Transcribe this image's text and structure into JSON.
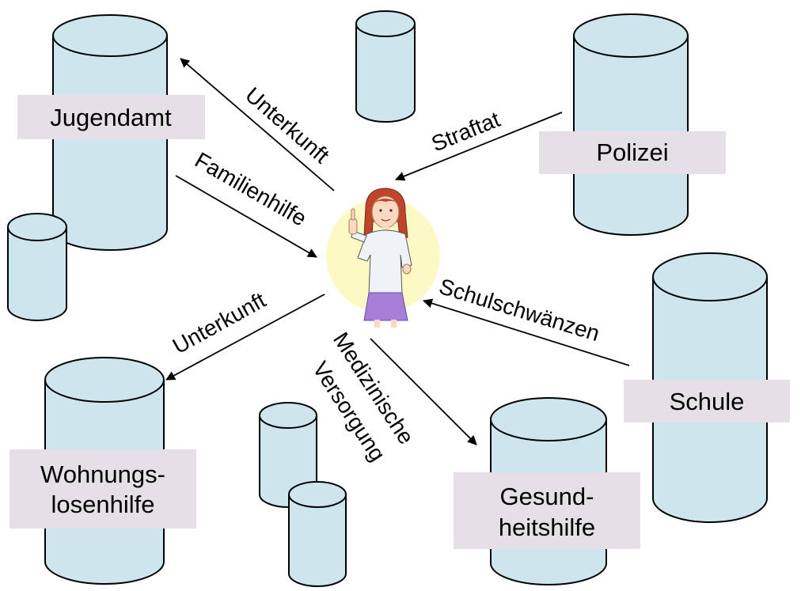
{
  "institutions": {
    "jugendamt": {
      "label": "Jugendamt"
    },
    "polizei": {
      "label": "Polizei"
    },
    "schule": {
      "label": "Schule"
    },
    "wohnungslosenhilfe": {
      "line1": "Wohnungs-",
      "line2": "losenhilfe"
    },
    "gesundheitshilfe": {
      "line1": "Gesund-",
      "line2": "heitshilfe"
    }
  },
  "relations": {
    "unterkunft_top": "Unterkunft",
    "familienhilfe": "Familienhilfe",
    "straftat": "Straftat",
    "schulschwaenzen": "Schulschwänzen",
    "unterkunft_bottom": "Unterkunft",
    "medizinische_line1": "Medizinische",
    "medizinische_line2": "Versorgung"
  },
  "colors": {
    "cylinder_fill": "#cde6ee",
    "cylinder_stroke": "#000000",
    "label_box": "#e4e0e5",
    "child_halo": "#fdf9c4",
    "arrow": "#000000"
  },
  "icons": {
    "child": "girl-pointing-finger-icon"
  }
}
